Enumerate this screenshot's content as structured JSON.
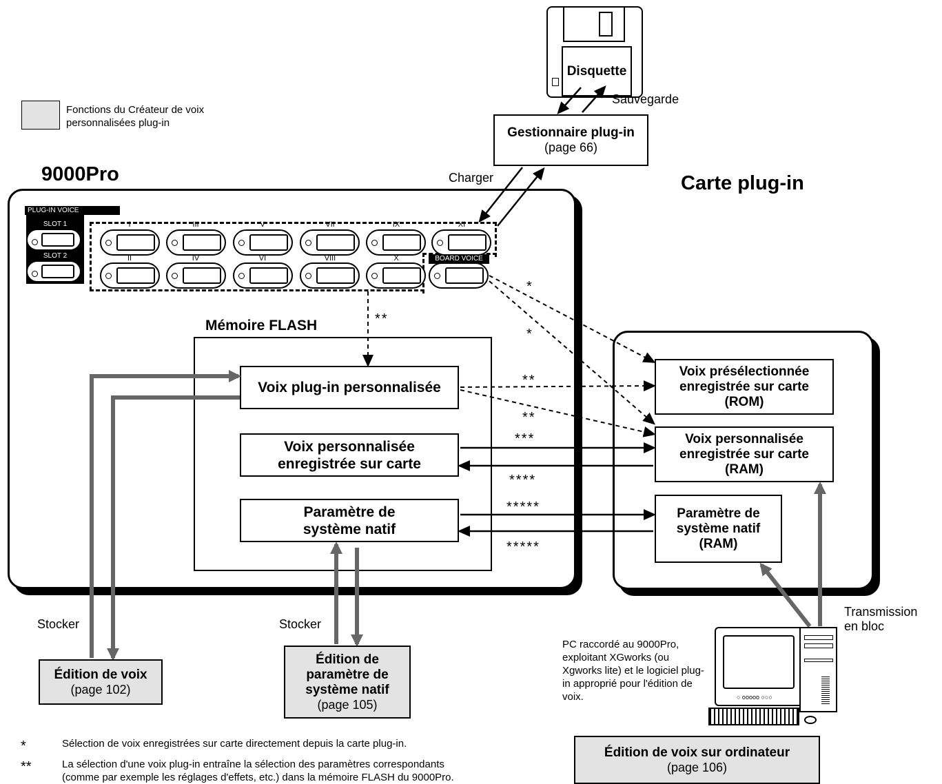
{
  "legend": {
    "text": "Fonctions du Créateur de voix personnalisées plug-in",
    "swatch_color": "#e3e3e3"
  },
  "floppy": {
    "label": "Disquette"
  },
  "labels": {
    "sauvegarde": "Sauvegarde",
    "charger": "Charger",
    "stocker_left": "Stocker",
    "stocker_mid": "Stocker",
    "transmission": "Transmission en bloc"
  },
  "manager": {
    "title": "Gestionnaire plug-in",
    "page": "(page 66)"
  },
  "device": {
    "title": "9000Pro",
    "plugin_voice_header": "PLUG-IN VOICE",
    "slot1": "SLOT 1",
    "slot2": "SLOT 2",
    "board_voice": "BOARD VOICE",
    "top_row": [
      "I",
      "III",
      "V",
      "VII",
      "IX",
      "XI"
    ],
    "bottom_row": [
      "II",
      "IV",
      "VI",
      "VIII",
      "X"
    ]
  },
  "flash": {
    "title": "Mémoire FLASH",
    "voix_plugin": "Voix plug-in personnalisée",
    "voix_perso_carte": "Voix personnalisée enregistrée sur carte",
    "parametre": "Paramètre de système natif"
  },
  "card": {
    "title": "Carte plug-in",
    "rom": "Voix présélectionnée enregistrée sur carte (ROM)",
    "ram": "Voix personnalisée enregistrée sur carte (RAM)",
    "param_ram": "Paramètre de système natif (RAM)"
  },
  "stars": {
    "s1": "*",
    "s2": "*",
    "s3": "**",
    "s4": "**",
    "s5": "**",
    "s6": "***",
    "s7": "****",
    "s8": "*****",
    "s9": "*****"
  },
  "edit_voice": {
    "title": "Édition de voix",
    "page": "(page 102)"
  },
  "edit_param": {
    "title": "Édition de paramètre de système natif",
    "page": "(page 105)"
  },
  "pc_text": "PC raccordé au 9000Pro, exploitant XGworks (ou Xgworks lite) et le logiciel plug-in approprié pour l'édition de voix.",
  "pc_edit": {
    "title": "Édition de voix sur ordinateur",
    "page": "(page 106)"
  },
  "footnotes": [
    {
      "mark": "*",
      "text": "Sélection de voix enregistrées sur carte directement depuis la carte plug-in."
    },
    {
      "mark": "**",
      "text": "La sélection d'une voix plug-in entraîne la sélection des paramètres correspondants"
    },
    {
      "mark": "",
      "text": "(comme par exemple les réglages d'effets, etc.) dans la mémoire FLASH du 9000Pro."
    }
  ]
}
